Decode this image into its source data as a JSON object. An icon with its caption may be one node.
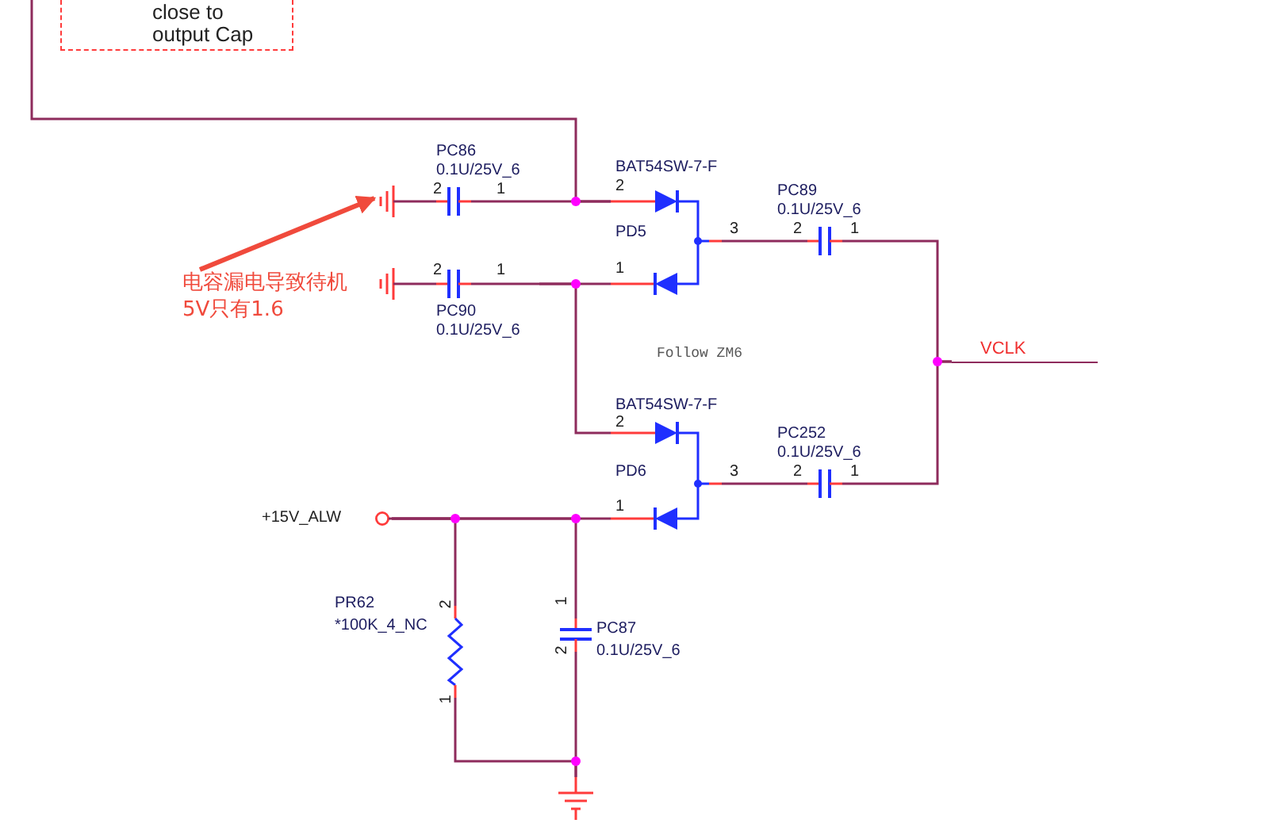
{
  "diagram": {
    "nodes": [
      {
        "text": [
          "close to output Cap"
        ]
      },
      {
        "text": [],
        "shape": "ground"
      },
      {
        "text": [
          "PC86",
          "0.1U/25V_6"
        ]
      },
      {
        "text": [
          "BAT54SW-7-F",
          "PD5"
        ]
      },
      {
        "text": [
          "PC89",
          "0.1U/25V_6"
        ]
      },
      {
        "text": [
          "电容漏电导致待机5V只有1.6"
        ]
      },
      {
        "text": [],
        "shape": "ground"
      },
      {
        "text": [
          "PC90",
          "0.1U/25V_6"
        ]
      },
      {
        "text": [
          "VCLK"
        ]
      },
      {
        "text": [
          "BAT54SW-7-F",
          "PD6"
        ]
      },
      {
        "text": [
          "PC252",
          "0.1U/25V_6"
        ]
      },
      {
        "text": [
          "+15V_ALW"
        ]
      },
      {
        "text": [
          "PR62",
          "*100K_4_NC"
        ]
      },
      {
        "text": [
          "PC87",
          "0.1U/25V_6"
        ]
      },
      {
        "text": [],
        "shape": "ground"
      }
    ],
    "edges": [
      {
        "from": null,
        "to": 3,
        "arrow": "none"
      },
      {
        "from": 1,
        "to": 2,
        "arrow": "none"
      },
      {
        "from": 2,
        "to": 3,
        "arrow": "none"
      },
      {
        "from": 3,
        "to": 4,
        "arrow": "none"
      },
      {
        "from": 4,
        "to": 8,
        "arrow": "none"
      },
      {
        "from": 5,
        "to": 1,
        "arrow": "to",
        "style": "thick",
        "color": "#f04a3c"
      },
      {
        "from": 6,
        "to": 7,
        "arrow": "none"
      },
      {
        "from": 7,
        "to": 3,
        "arrow": "none"
      },
      {
        "from": 7,
        "to": 9,
        "arrow": "none"
      },
      {
        "from": 9,
        "to": 10,
        "arrow": "none"
      },
      {
        "from": 10,
        "to": 8,
        "arrow": "none"
      },
      {
        "from": 11,
        "to": 9,
        "arrow": "none"
      },
      {
        "from": 11,
        "to": 12,
        "arrow": "none"
      },
      {
        "from": 11,
        "to": 13,
        "arrow": "none"
      },
      {
        "from": 12,
        "to": 14,
        "arrow": "none"
      },
      {
        "from": 13,
        "to": 14,
        "arrow": "none"
      }
    ],
    "labels": [
      "2",
      "1",
      "2",
      "3",
      "2",
      "1",
      "2",
      "1",
      "1",
      "Follow ZM6",
      "2",
      "3",
      "2",
      "1",
      "1",
      "2",
      "1",
      "2",
      "1"
    ]
  }
}
